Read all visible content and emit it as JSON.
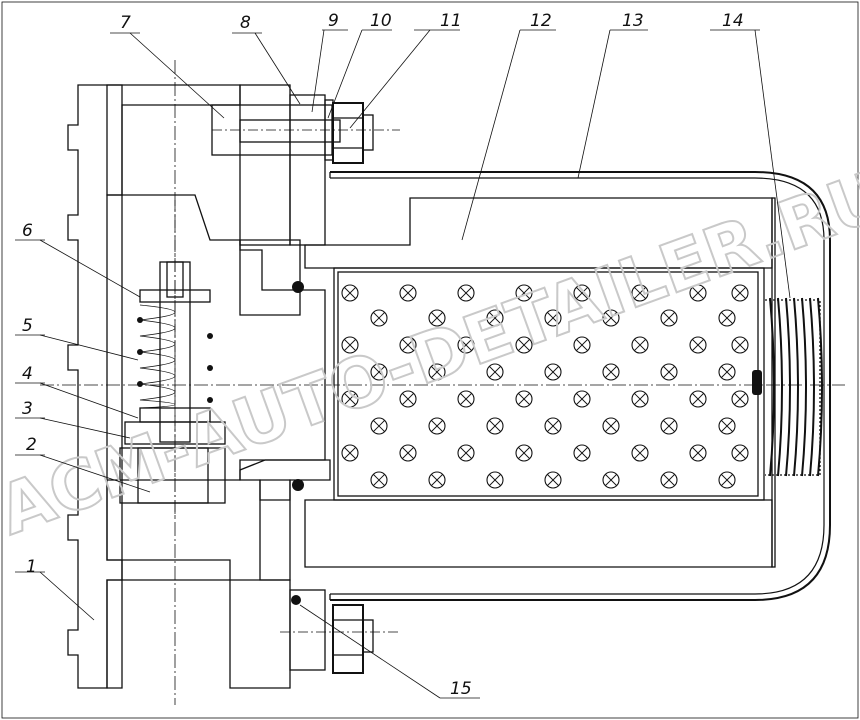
{
  "callouts": [
    "1",
    "2",
    "3",
    "4",
    "5",
    "6",
    "7",
    "8",
    "9",
    "10",
    "11",
    "12",
    "13",
    "14",
    "15"
  ],
  "watermark": "ACM-AUTO-DETAILER.RU"
}
